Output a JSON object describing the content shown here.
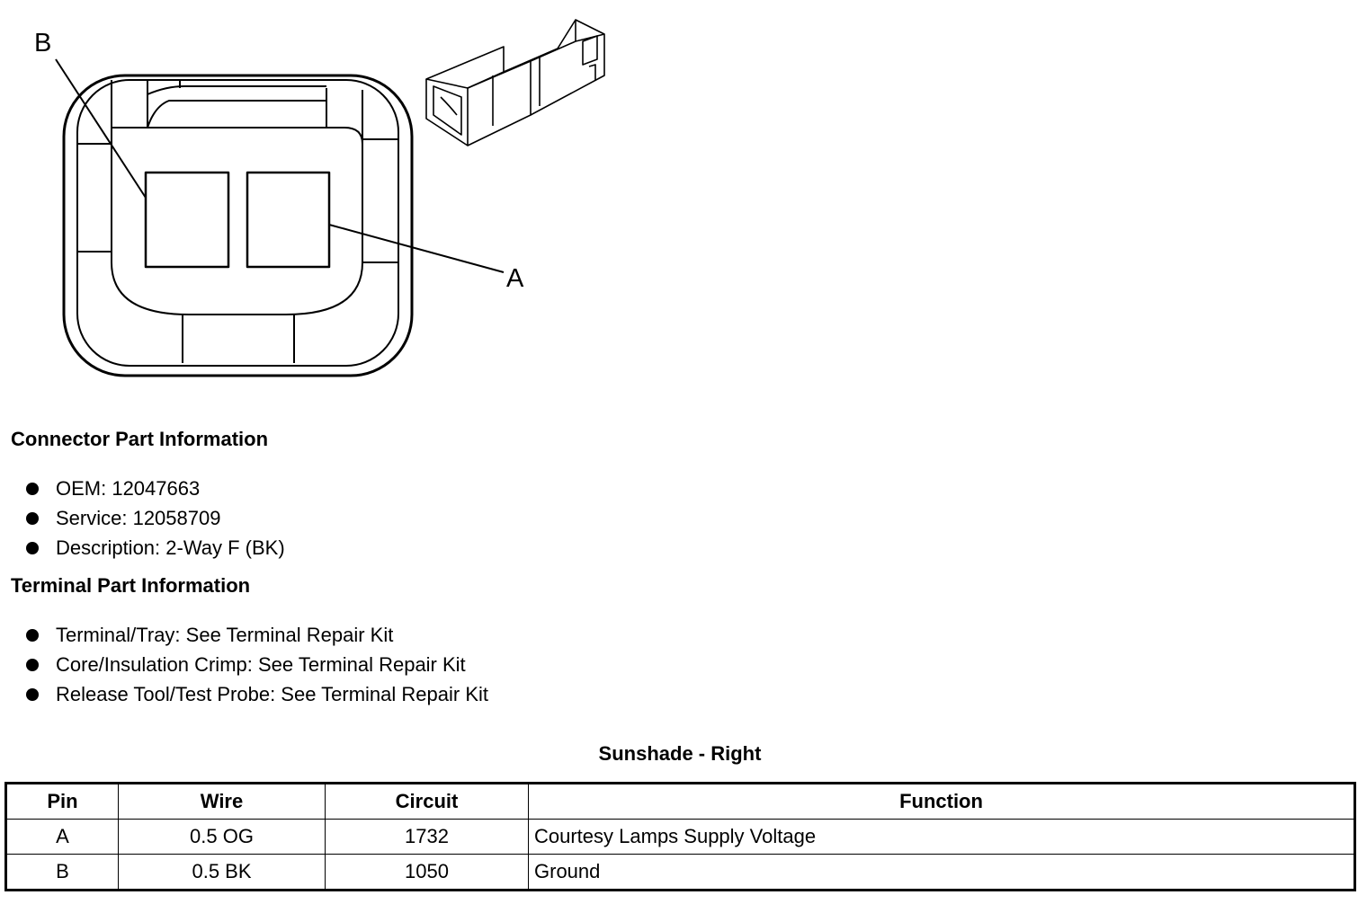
{
  "diagram": {
    "callout_b": "B",
    "callout_a": "A"
  },
  "connector_info": {
    "heading": "Connector Part Information",
    "items": [
      "OEM: 12047663",
      "Service: 12058709",
      "Description: 2-Way F (BK)"
    ]
  },
  "terminal_info": {
    "heading": "Terminal Part Information",
    "items": [
      "Terminal/Tray: See Terminal Repair Kit",
      "Core/Insulation Crimp: See Terminal Repair Kit",
      "Release Tool/Test Probe: See Terminal Repair Kit"
    ]
  },
  "table": {
    "title": "Sunshade - Right",
    "headers": [
      "Pin",
      "Wire",
      "Circuit",
      "Function"
    ],
    "rows": [
      [
        "A",
        "0.5 OG",
        "1732",
        "Courtesy Lamps Supply Voltage"
      ],
      [
        "B",
        "0.5 BK",
        "1050",
        "Ground"
      ]
    ]
  }
}
